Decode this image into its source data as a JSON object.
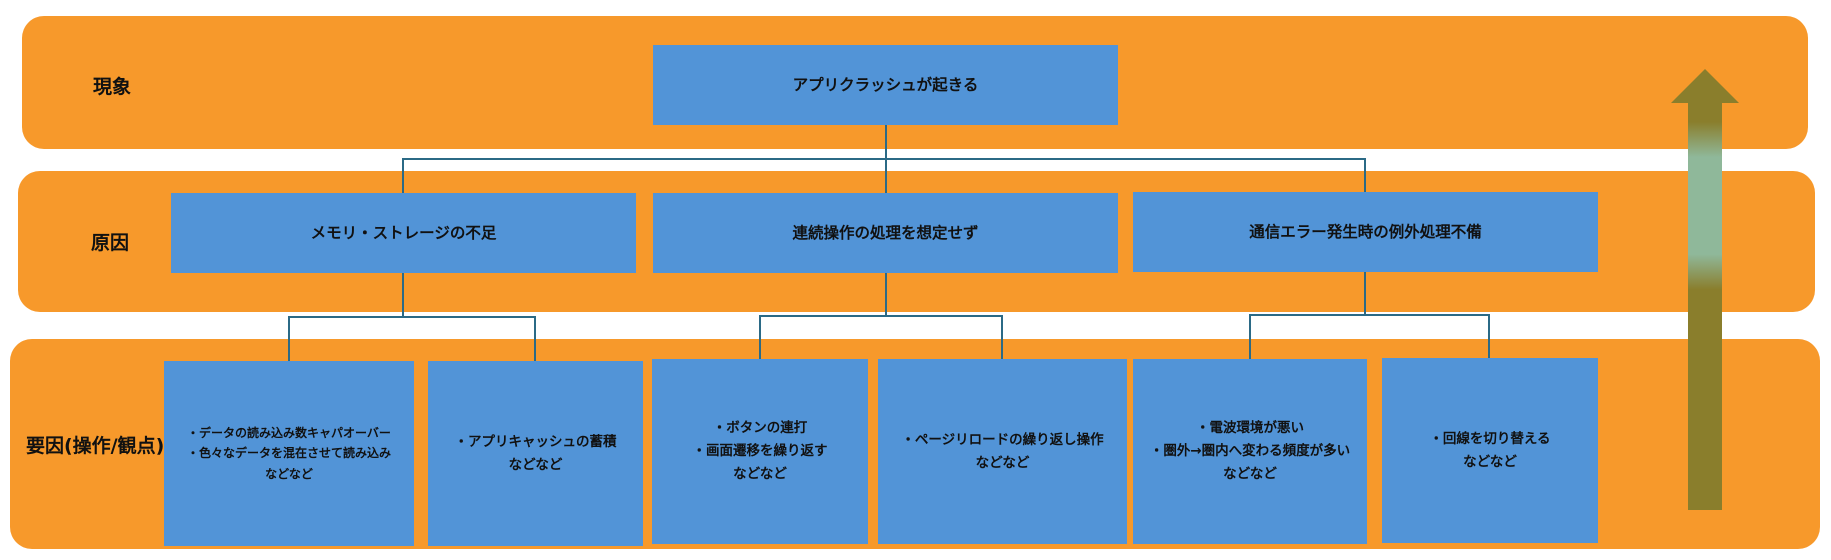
{
  "rows": {
    "phenomenon": "現象",
    "cause": "原因",
    "factor": "要因(操作/観点)"
  },
  "phenomenon_box": "アプリクラッシュが起きる",
  "causes": [
    "メモリ・ストレージの不足",
    "連続操作の処理を想定せず",
    "通信エラー発生時の例外処理不備"
  ],
  "factors": [
    "・データの読み込み数キャパオーバー\n・色々なデータを混在させて読み込み\nなどなど",
    "・アプリキャッシュの蓄積\nなどなど",
    "・ボタンの連打\n・画面遷移を繰り返す\nなどなど",
    "・ページリロードの繰り返し操作\nなどなど",
    "・電波環境が悪い\n・圏外→圏内へ変わる頻度が多い\nなどなど",
    "・回線を切り替える\nなどなど"
  ],
  "colors": {
    "band": "#f7992b",
    "box": "#5294d7",
    "connector": "#2b6a86",
    "arrow_top": "#8a7e2c",
    "arrow_mid": "#8fb89a"
  },
  "arrow_icon": "up-arrow-icon"
}
